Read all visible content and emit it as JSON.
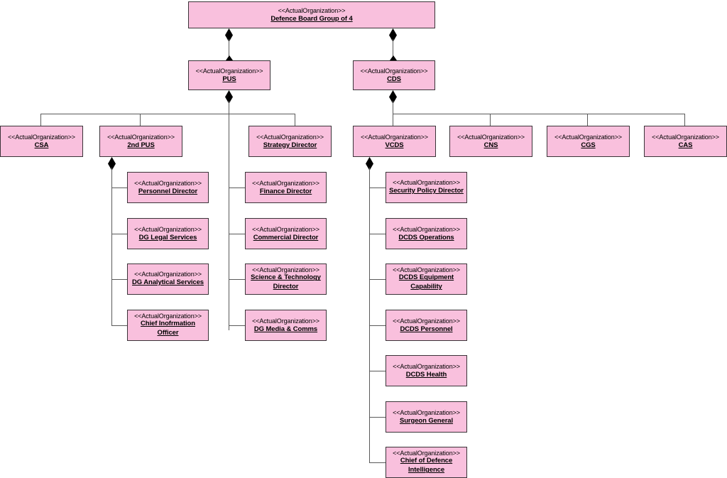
{
  "diagram": {
    "stereotype": "<<ActualOrganization>>",
    "root": {
      "name": "Defence Board Group of 4"
    },
    "level2": [
      {
        "name": "PUS"
      },
      {
        "name": "CDS"
      }
    ],
    "level3": [
      {
        "name": "CSA"
      },
      {
        "name": "2nd PUS"
      },
      {
        "name": "Strategy Director"
      },
      {
        "name": "VCDS"
      },
      {
        "name": "CNS"
      },
      {
        "name": "CGS"
      },
      {
        "name": "CAS"
      }
    ],
    "second_pus_children": [
      {
        "name": "Personnel Director"
      },
      {
        "name": "DG Legal Services"
      },
      {
        "name": "DG Analytical Services"
      },
      {
        "name": "Chief Inofrmation Officer"
      }
    ],
    "strategy_director_children": [
      {
        "name": "Finance Director"
      },
      {
        "name": "Commercial Director"
      },
      {
        "name": "Science & Technology Director"
      },
      {
        "name": "DG Media & Comms"
      }
    ],
    "vcds_children": [
      {
        "name": "Security Policy Director"
      },
      {
        "name": "DCDS Operations"
      },
      {
        "name": "DCDS Equipment Capability"
      },
      {
        "name": "DCDS Personnel"
      },
      {
        "name": "DCDS Health"
      },
      {
        "name": "Surgeon General"
      },
      {
        "name": "Chief of Defence Intelligence"
      }
    ],
    "colors": {
      "node_fill": "#f9c0dd",
      "node_border": "#3a3338",
      "connector": "#5a5a5a",
      "diamond": "#000000",
      "text": "#000000",
      "background": "#ffffff"
    }
  }
}
